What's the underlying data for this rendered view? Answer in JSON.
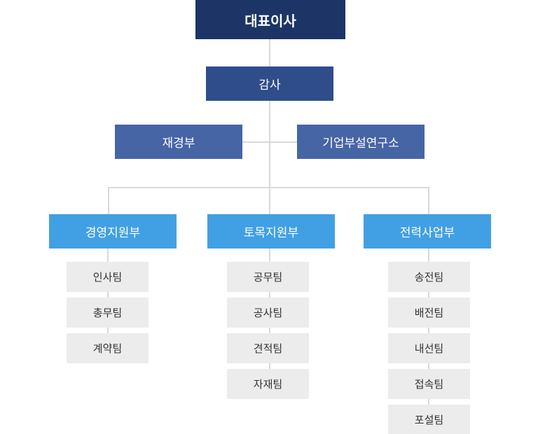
{
  "ceo": "대표이사",
  "audit": "감사",
  "staff": {
    "left": "재경부",
    "right": "기업부설연구소"
  },
  "divisions": [
    {
      "name": "경영지원부",
      "teams": [
        "인사팀",
        "총무팀",
        "계약팀"
      ]
    },
    {
      "name": "토목지원부",
      "teams": [
        "공무팀",
        "공사팀",
        "견적팀",
        "자재팀"
      ]
    },
    {
      "name": "전력사업부",
      "teams": [
        "송전팀",
        "배전팀",
        "내선팀",
        "접속팀",
        "포설팀"
      ]
    }
  ],
  "colors": {
    "ceo": "#1c3566",
    "audit": "#2f4d8a",
    "staff": "#4565a5",
    "division": "#41a0e3",
    "team": "#ececec",
    "connector": "#d9d9d9"
  }
}
